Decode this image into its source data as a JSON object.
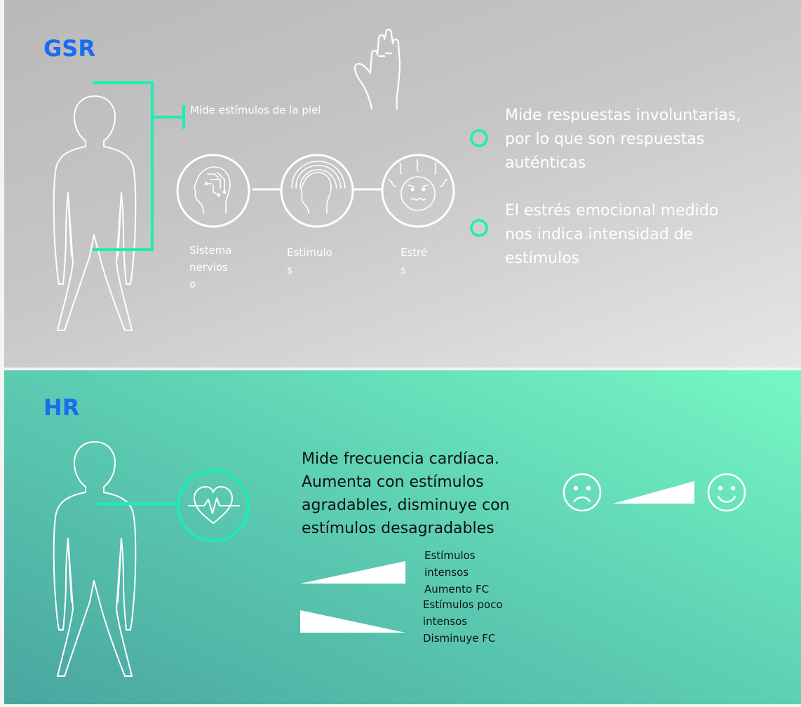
{
  "gsr": {
    "title": "GSR",
    "callout": "Mide estímulos de la piel",
    "nodes": [
      "Sistema nervioso",
      "Estímulos",
      "Estrés"
    ],
    "node_lines": [
      [
        "Sistema",
        "nervios",
        "o"
      ],
      [
        "Estímulo",
        "s"
      ],
      [
        "Estré",
        "s"
      ]
    ],
    "bullets": [
      "Mide respuestas involuntarias, por lo que son respuestas auténticas",
      "El estrés emocional medido nos indica intensidad de estímulos"
    ]
  },
  "hr": {
    "title": "HR",
    "description": "Mide frecuencia cardíaca. Aumenta con estímulos agradables, disminuye con estímulos desagradables",
    "legend": [
      {
        "lines": [
          "Estímulos",
          "intensos",
          "Aumento FC"
        ]
      },
      {
        "lines": [
          "Estímulos poco",
          "intensos",
          "Disminuye FC"
        ]
      }
    ]
  },
  "colors": {
    "accent": "#1dedb3",
    "heading": "#1a6cf0",
    "white": "#ffffff"
  },
  "icons": [
    "body-silhouette-icon",
    "hand-icon",
    "brain-head-icon",
    "stimulus-head-icon",
    "stressed-face-icon",
    "heartbeat-icon",
    "sad-face-icon",
    "happy-face-icon"
  ]
}
